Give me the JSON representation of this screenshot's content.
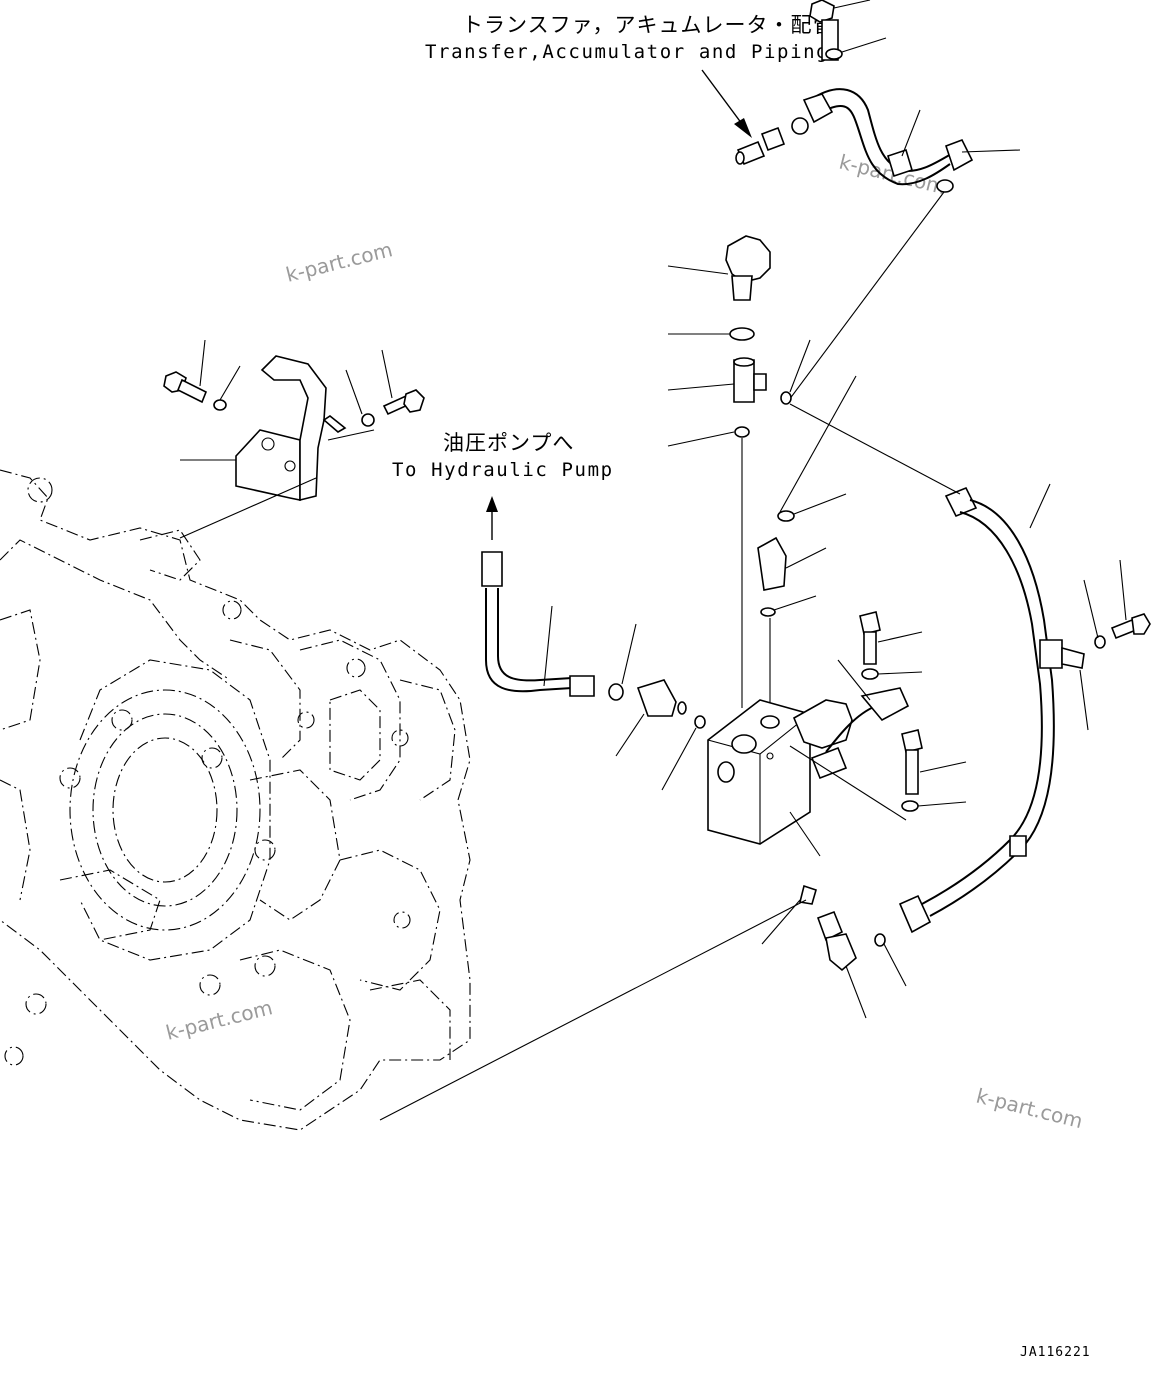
{
  "diagram": {
    "callouts": {
      "transfer_jp": "トランスファ，アキュムレータ・配管",
      "transfer_en": "Transfer,Accumulator and Piping",
      "pump_jp": "油圧ポンプへ",
      "pump_en": "To Hydraulic Pump"
    },
    "watermark": "k-part.com",
    "drawing_code": "JA116221"
  }
}
